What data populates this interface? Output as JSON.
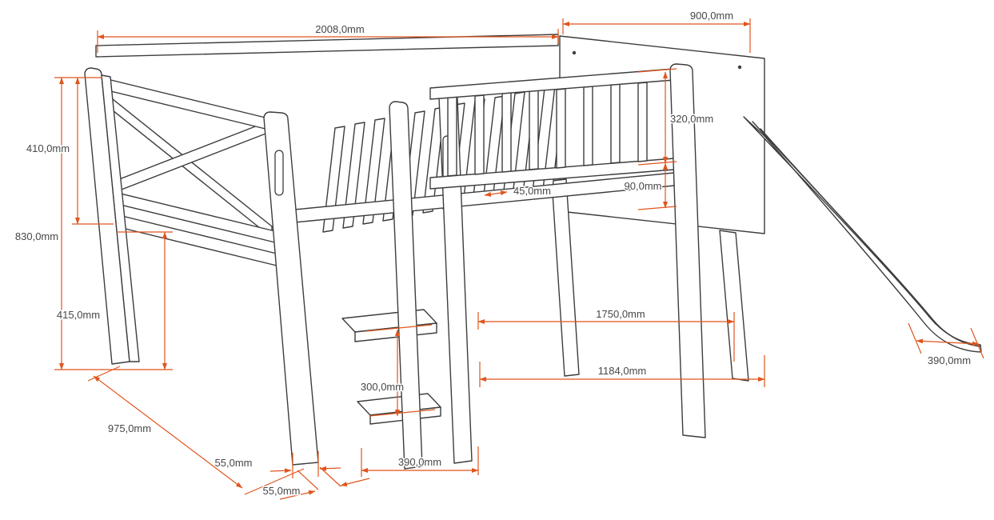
{
  "diagram": {
    "type": "technical_drawing",
    "subject": "mid-sleeper cabin bed with slide, dimensioned",
    "unit": "mm",
    "accent_color": "#e0551e",
    "line_color": "#3d3d3d"
  },
  "dimensions": {
    "bed_length": "2008,0mm",
    "bed_width": "900,0mm",
    "panel_height": "410,0mm",
    "overall_height": "830,0mm",
    "clearance": "415,0mm",
    "depth": "975,0mm",
    "leg_front": "55,0mm",
    "leg_side": "55,0mm",
    "ladder_width": "390,0mm",
    "step_height": "300,0mm",
    "floor_span_1184": "1184,0mm",
    "floor_span_1750": "1750,0mm",
    "slide_width": "390,0mm",
    "rail_gap": "90,0mm",
    "rail_upper": "320,0mm",
    "slat_gap": "45,0mm"
  }
}
